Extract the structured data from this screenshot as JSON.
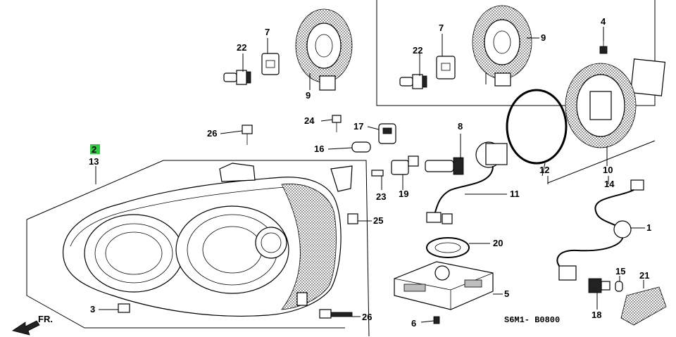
{
  "diagram_code": "S6M1- B0800",
  "front_arrow_label": "FR.",
  "highlight_color": "#2ecc40",
  "callouts": {
    "c2": "2",
    "c13": "13",
    "c22a": "22",
    "c7a": "7",
    "c9a": "9",
    "c22b": "22",
    "c7b": "7",
    "c9b": "9",
    "c4": "4",
    "c26a": "26",
    "c24": "24",
    "c17": "17",
    "c16": "16",
    "c8": "8",
    "c12": "12",
    "c10": "10",
    "c14": "14",
    "c23": "23",
    "c19": "19",
    "c11": "11",
    "c25": "25",
    "c1": "1",
    "c20": "20",
    "c5": "5",
    "c3": "3",
    "c26b": "26",
    "c6": "6",
    "c18": "18",
    "c15": "15",
    "c21": "21"
  }
}
